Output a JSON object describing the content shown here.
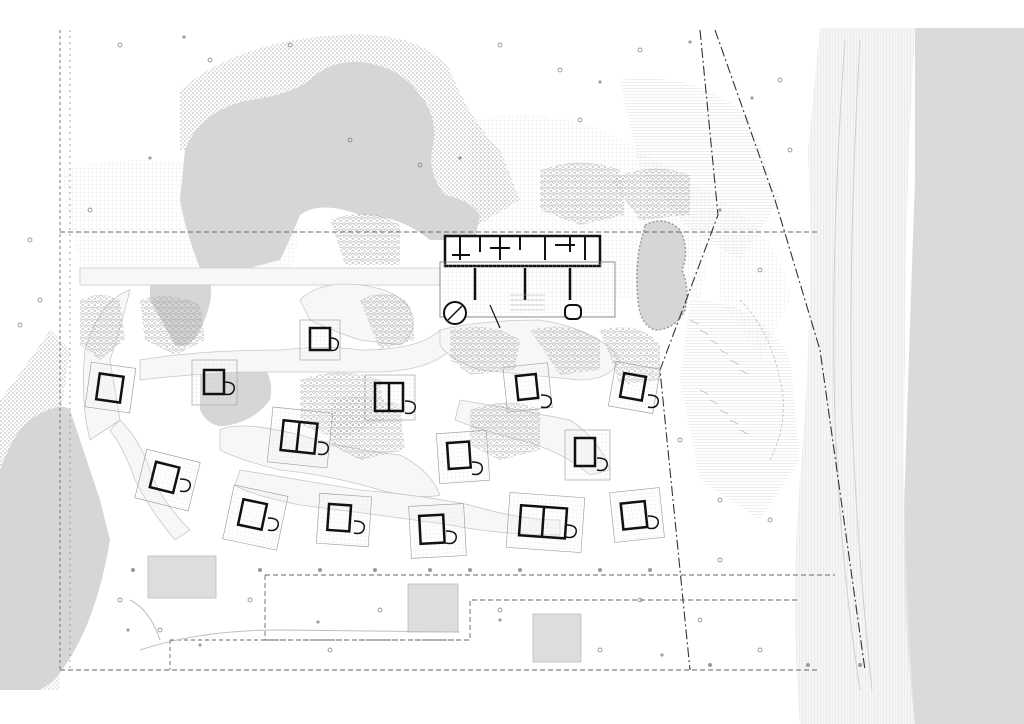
{
  "view": {
    "kind": "architectural site plan",
    "colors": {
      "background": "#ffffff",
      "water": "#d9d9d9",
      "coastal_band": "#e8e8e8",
      "sea": "#dadada",
      "dotted_fill": "#c4c4c4",
      "paths": "#f7f7f7",
      "lines": "#7a7a7a",
      "building_walls": "#111111",
      "trees": "#8c8c8c",
      "parking_pads": "#dddddd"
    }
  },
  "elements": {
    "water_bodies": 4,
    "cabins": 19,
    "main_building_blocks": 5,
    "parking_pads": 3,
    "tree_clusters": 12
  }
}
